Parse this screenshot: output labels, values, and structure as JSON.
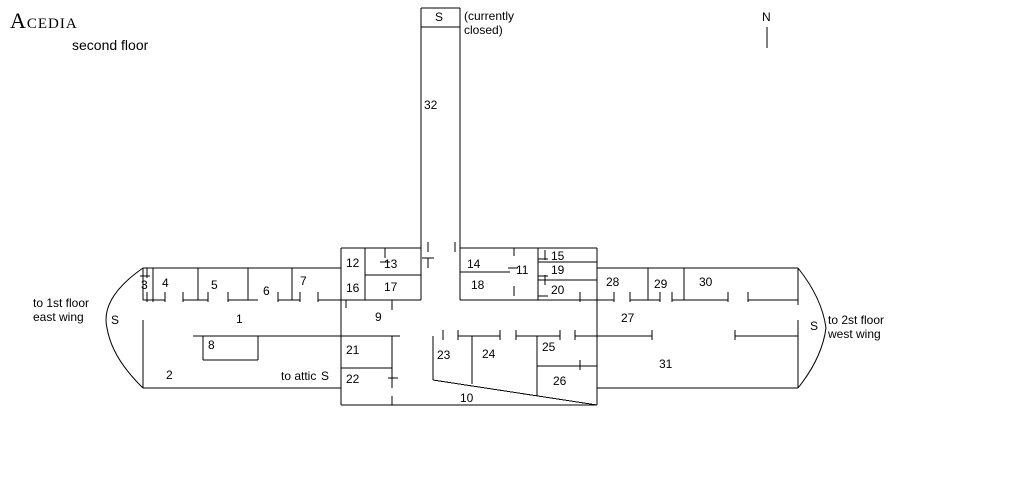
{
  "title": "Acedia",
  "subtitle": "second floor",
  "compass": "N",
  "stair_symbol": "S",
  "labels": {
    "stair_note": [
      "(currently",
      "closed)"
    ],
    "east_exit": [
      "to 1st floor",
      "east wing"
    ],
    "west_exit": [
      "to 2st floor",
      "west wing"
    ],
    "attic": "to attic"
  },
  "rooms": [
    "1",
    "2",
    "3",
    "4",
    "5",
    "6",
    "7",
    "8",
    "9",
    "10",
    "11",
    "12",
    "13",
    "14",
    "15",
    "16",
    "17",
    "18",
    "19",
    "20",
    "21",
    "22",
    "23",
    "24",
    "25",
    "26",
    "27",
    "28",
    "29",
    "30",
    "31",
    "32"
  ]
}
